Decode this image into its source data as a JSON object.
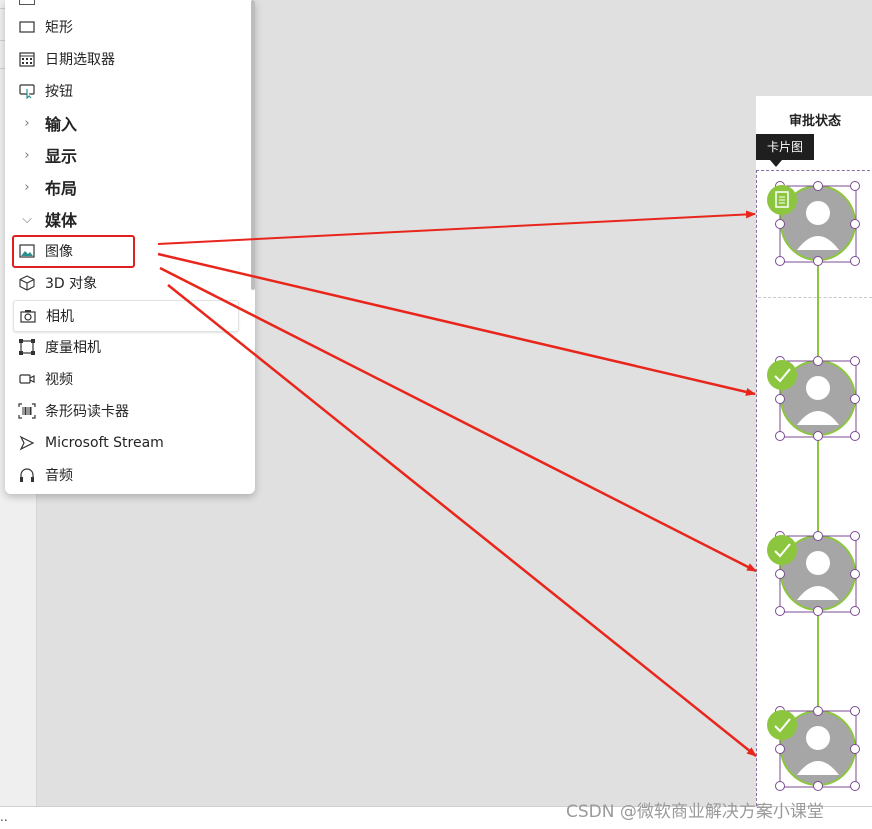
{
  "insert_panel": {
    "items": [
      {
        "label": "矩形",
        "icon": "rectangle-icon"
      },
      {
        "label": "日期选取器",
        "icon": "calendar-icon"
      },
      {
        "label": "按钮",
        "icon": "button-cursor-icon"
      }
    ],
    "categories": [
      {
        "label": "输入",
        "expanded": false
      },
      {
        "label": "显示",
        "expanded": false
      },
      {
        "label": "布局",
        "expanded": false
      },
      {
        "label": "媒体",
        "expanded": true
      }
    ],
    "media_items": [
      {
        "label": "图像",
        "icon": "image-icon"
      },
      {
        "label": "3D 对象",
        "icon": "cube-icon"
      },
      {
        "label": "相机",
        "icon": "camera-icon"
      },
      {
        "label": "度量相机",
        "icon": "measuring-camera-icon"
      },
      {
        "label": "视频",
        "icon": "video-icon"
      },
      {
        "label": "条形码读卡器",
        "icon": "barcode-icon"
      },
      {
        "label": "Microsoft Stream",
        "icon": "stream-icon"
      },
      {
        "label": "音频",
        "icon": "headphones-icon"
      }
    ]
  },
  "canvas": {
    "screen_title": "审批状态",
    "tooltip": "卡片图",
    "status_icons": [
      "document-icon",
      "check-icon",
      "check-icon",
      "check-icon"
    ]
  },
  "watermark": "CSDN @微软商业解决方案小课堂",
  "colors": {
    "highlight": "#e02020",
    "arrow": "#e8261c",
    "accent_green": "#8cc63f",
    "avatar_gray": "#a6a6a6",
    "selection_purple": "#7b4b94"
  }
}
